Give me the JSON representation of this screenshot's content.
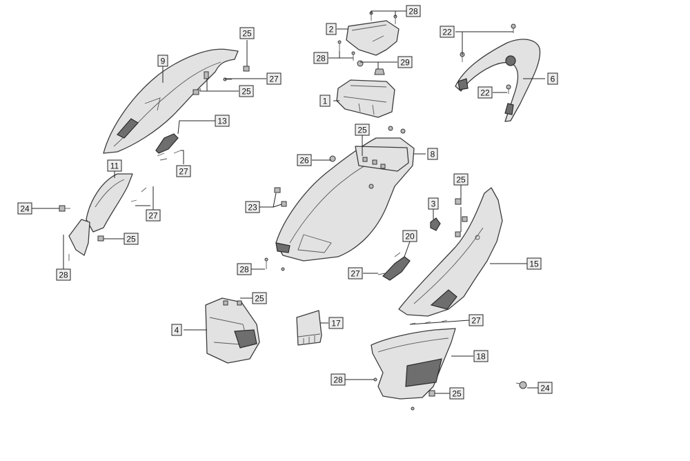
{
  "callouts": [
    {
      "id": "c2",
      "number": "2"
    },
    {
      "id": "c28a",
      "number": "28"
    },
    {
      "id": "c28b",
      "number": "28"
    },
    {
      "id": "c29",
      "number": "29"
    },
    {
      "id": "c1",
      "number": "1"
    },
    {
      "id": "c22a",
      "number": "22"
    },
    {
      "id": "c22b",
      "number": "22"
    },
    {
      "id": "c6",
      "number": "6"
    },
    {
      "id": "c9",
      "number": "9"
    },
    {
      "id": "c25a",
      "number": "25"
    },
    {
      "id": "c27a",
      "number": "27"
    },
    {
      "id": "c25b",
      "number": "25"
    },
    {
      "id": "c13",
      "number": "13"
    },
    {
      "id": "c27b",
      "number": "27"
    },
    {
      "id": "c25c",
      "number": "25"
    },
    {
      "id": "c8",
      "number": "8"
    },
    {
      "id": "c26",
      "number": "26"
    },
    {
      "id": "c11",
      "number": "11"
    },
    {
      "id": "c24a",
      "number": "24"
    },
    {
      "id": "c27c",
      "number": "27"
    },
    {
      "id": "c25d",
      "number": "25"
    },
    {
      "id": "c28c",
      "number": "28"
    },
    {
      "id": "c23",
      "number": "23"
    },
    {
      "id": "c3",
      "number": "3"
    },
    {
      "id": "c25e",
      "number": "25"
    },
    {
      "id": "c20",
      "number": "20"
    },
    {
      "id": "c15",
      "number": "15"
    },
    {
      "id": "c28d",
      "number": "28"
    },
    {
      "id": "c27d",
      "number": "27"
    },
    {
      "id": "c25f",
      "number": "25"
    },
    {
      "id": "c4",
      "number": "4"
    },
    {
      "id": "c17",
      "number": "17"
    },
    {
      "id": "c27e",
      "number": "27"
    },
    {
      "id": "c18",
      "number": "18"
    },
    {
      "id": "c28e",
      "number": "28"
    },
    {
      "id": "c25g",
      "number": "25"
    },
    {
      "id": "c24b",
      "number": "24"
    }
  ]
}
